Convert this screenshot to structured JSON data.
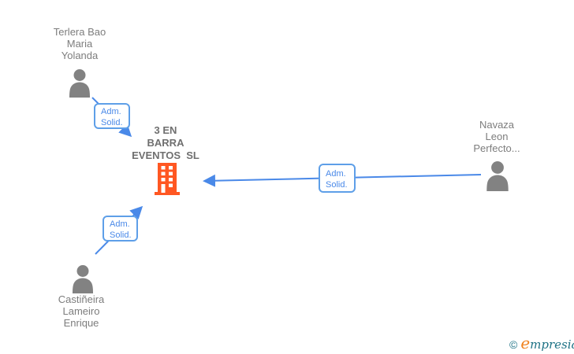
{
  "diagram": {
    "nodes": {
      "person_top_left": {
        "type": "person",
        "label_lines": [
          "Terlera Bao",
          "Maria",
          "Yolanda"
        ]
      },
      "company": {
        "type": "company",
        "label_lines": [
          "3 EN",
          "BARRA",
          "EVENTOS  SL"
        ]
      },
      "person_right": {
        "type": "person",
        "label_lines": [
          "Navaza",
          "Leon",
          "Perfecto..."
        ]
      },
      "person_bottom_left": {
        "type": "person",
        "label_lines": [
          "Castiñeira",
          "Lameiro",
          "Enrique"
        ]
      }
    },
    "edges": [
      {
        "from": "person_top_left",
        "to": "company",
        "label": [
          "Adm.",
          "Solid."
        ]
      },
      {
        "from": "person_right",
        "to": "company",
        "label": [
          "Adm.",
          "Solid."
        ]
      },
      {
        "from": "person_bottom_left",
        "to": "company",
        "label": [
          "Adm.",
          "Solid."
        ]
      }
    ],
    "colors": {
      "arrow": "#4a89e8",
      "edge_label_border": "#5e9fe8",
      "edge_label_text": "#4a89e8",
      "node_text": "#7d7d7d",
      "company_text": "#6f6f6f",
      "person_icon": "#828282",
      "building_icon": "#ff5722",
      "logo_teal": "#1d7285",
      "logo_orange": "#f0821e"
    }
  },
  "footer": {
    "copyright_symbol": "©",
    "brand_first_letter": "e",
    "brand_rest": "mpresia"
  }
}
